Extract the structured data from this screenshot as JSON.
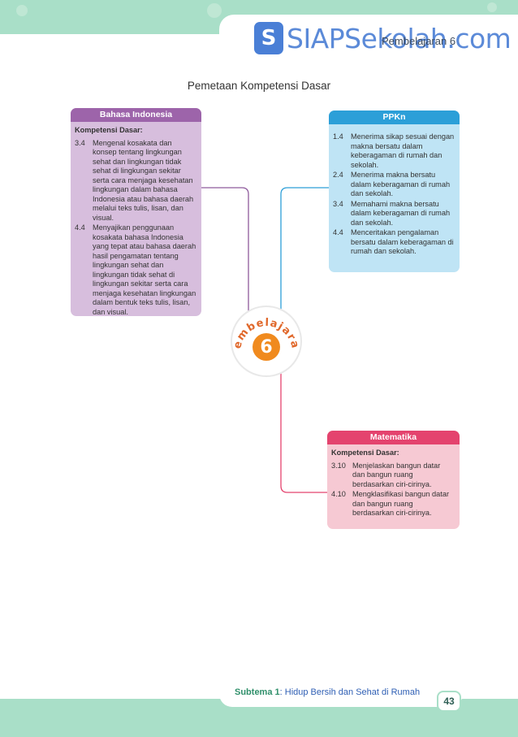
{
  "header": {
    "logo_letter": "S",
    "logo_text": "SIAPSekolah.com",
    "tag": "Pembelajaran 6"
  },
  "page_title": "Pemetaan Kompetensi Dasar",
  "bahasa": {
    "title": "Bahasa Indonesia",
    "kd_label": "Kompetensi Dasar:",
    "items": [
      {
        "num": "3.4",
        "text": "Mengenal kosakata dan konsep tentang lingkungan sehat dan lingkungan tidak sehat di lingkungan sekitar serta cara menjaga kesehatan lingkungan dalam bahasa Indonesia atau bahasa daerah melalui teks tulis, lisan, dan visual."
      },
      {
        "num": "4.4",
        "text": "Menyajikan penggunaan kosakata bahasa Indonesia yang tepat atau bahasa daerah hasil pengamatan tentang lingkungan sehat dan lingkungan tidak sehat di lingkungan sekitar serta cara menjaga kesehatan lingkungan dalam bentuk teks tulis, lisan, dan visual."
      }
    ]
  },
  "ppkn": {
    "title": "PPKn",
    "items": [
      {
        "num": "1.4",
        "text": "Menerima sikap sesuai dengan makna bersatu dalam keberagaman di rumah dan sekolah."
      },
      {
        "num": "2.4",
        "text": "Menerima makna bersatu dalam keberagaman di rumah dan sekolah."
      },
      {
        "num": "3.4",
        "text": "Memahami makna bersatu dalam keberagaman di rumah dan sekolah."
      },
      {
        "num": "4.4",
        "text": "Menceritakan pengalaman bersatu dalam keberagaman di rumah dan sekolah."
      }
    ]
  },
  "mtk": {
    "title": "Matematika",
    "kd_label": "Kompetensi Dasar:",
    "items": [
      {
        "num": "3.10",
        "text": "Menjelaskan bangun datar dan bangun ruang berdasarkan ciri-cirinya."
      },
      {
        "num": "4.10",
        "text": "Mengklasifikasi bangun datar dan bangun ruang berdasarkan ciri-cirinya."
      }
    ]
  },
  "center": {
    "word": "Pembelajaran",
    "number": "6"
  },
  "footer": {
    "subtema": "Subtema 1",
    "text": ": Hidup Bersih dan Sehat di Rumah",
    "page": "43"
  },
  "colors": {
    "bahasa": "#9d64aa",
    "ppkn": "#2c9fd8",
    "mtk": "#e4436e",
    "accent": "#f08a1e",
    "band": "#a9dfc8"
  }
}
